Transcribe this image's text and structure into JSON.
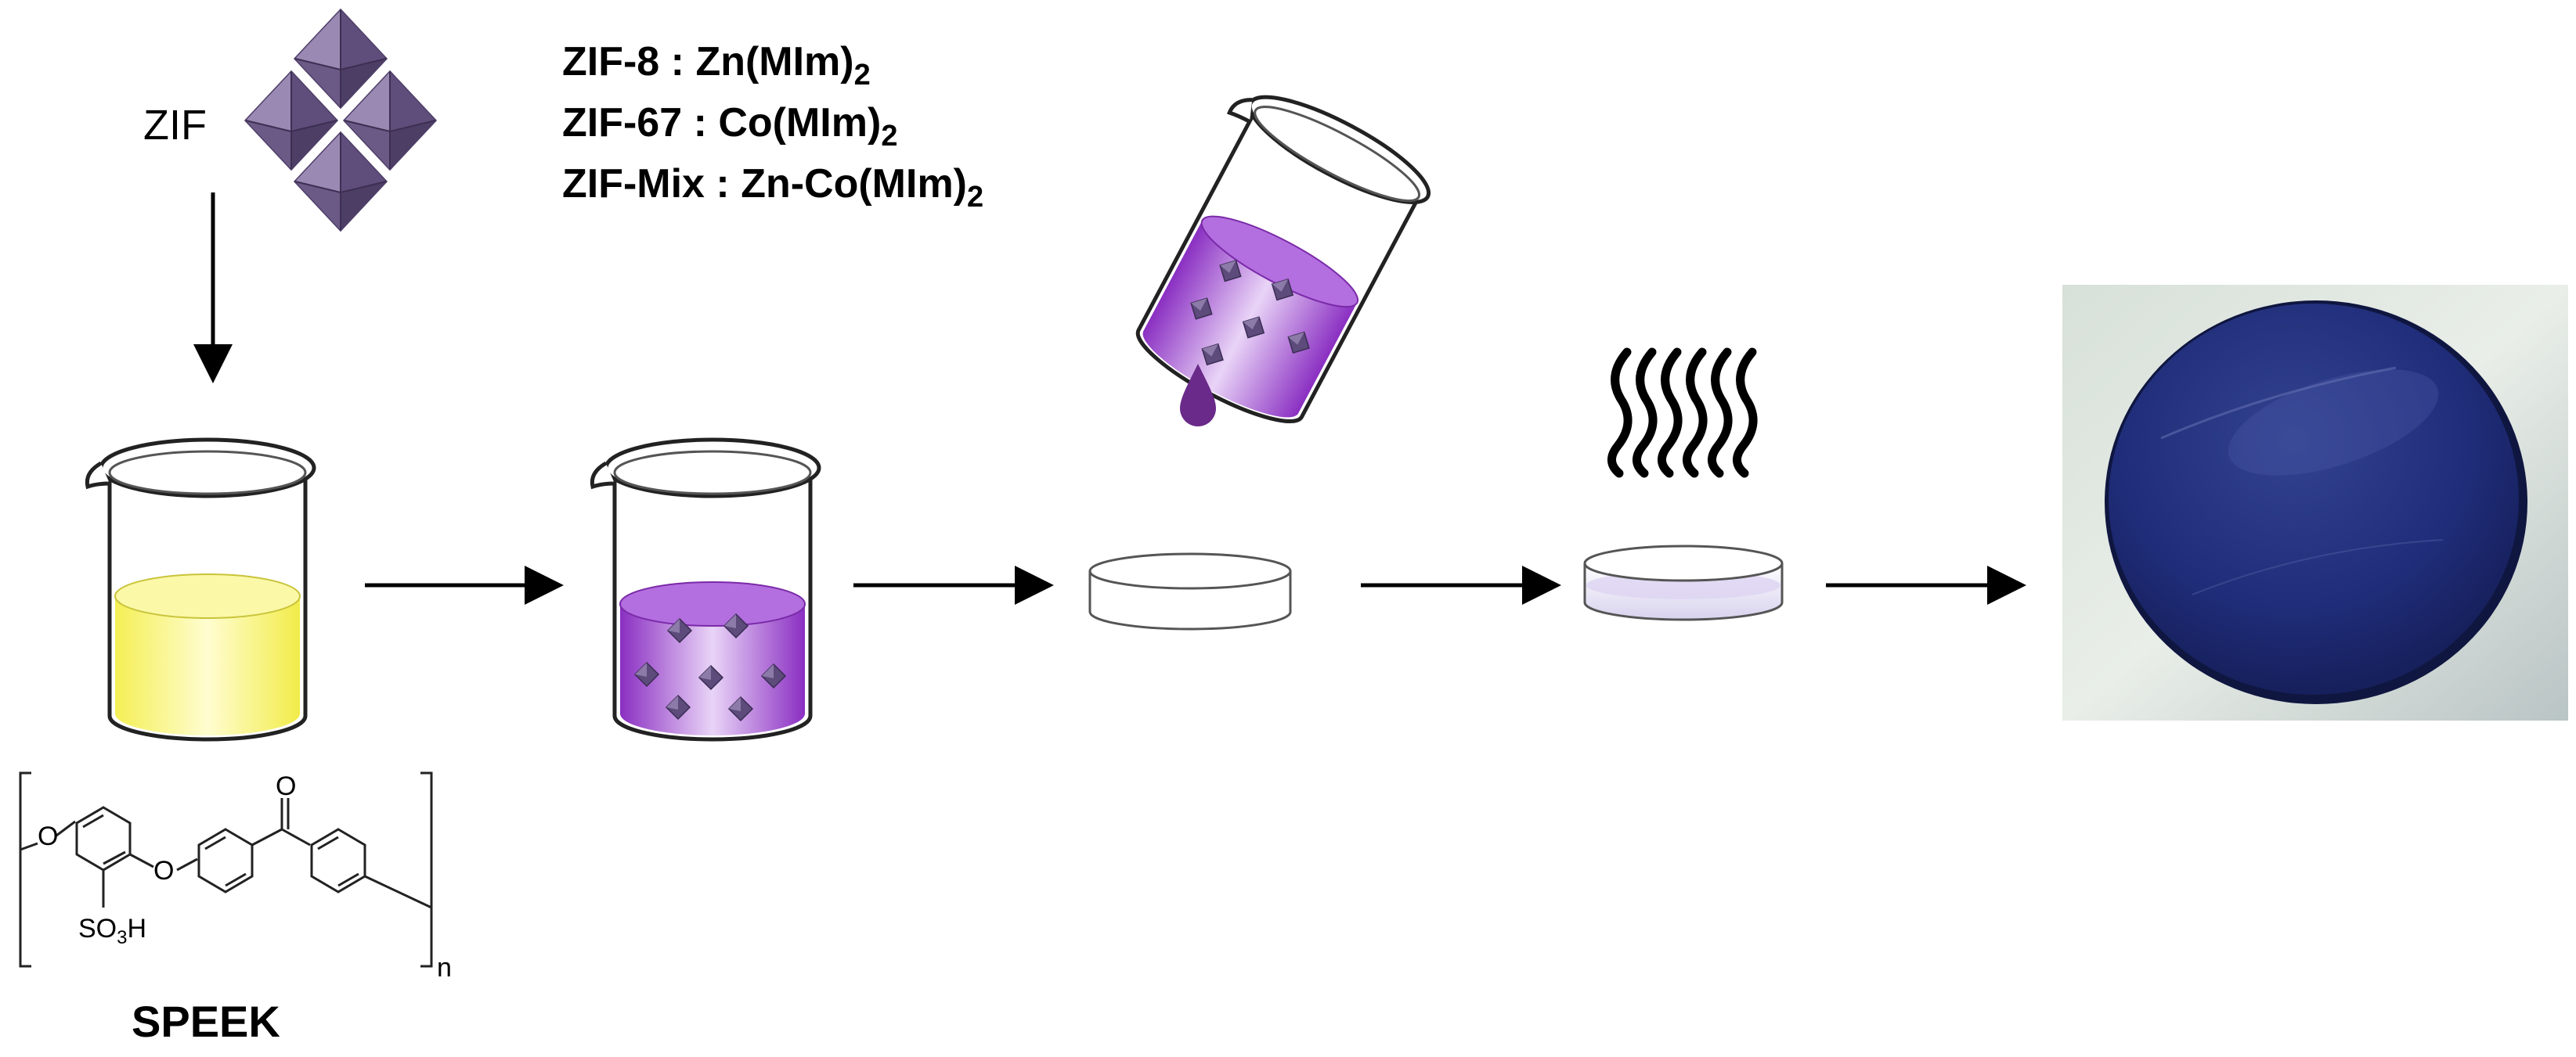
{
  "zif_label": "ZIF",
  "formulas": [
    {
      "name": "ZIF-8",
      "sep": " : ",
      "formula": "Zn(MIm)",
      "sub": "2"
    },
    {
      "name": "ZIF-67",
      "sep": " : ",
      "formula": "Co(MIm)",
      "sub": "2"
    },
    {
      "name": "ZIF-Mix",
      "sep": " : ",
      "formula": "Zn-Co(MIm)",
      "sub": "2"
    }
  ],
  "speek_label": "SPEEK",
  "structure": {
    "o_left": "O",
    "o_mid": "O",
    "o_carbonyl": "O",
    "so3h": "SO",
    "so3h_sub": "3",
    "so3h_tail": "H",
    "repeat_n": "n"
  },
  "colors": {
    "zif_crystal": "#6e5a8a",
    "yellow_solution": "#f6f26a",
    "purple_solution": "#8a35c0",
    "membrane": "#1e2a7a"
  }
}
